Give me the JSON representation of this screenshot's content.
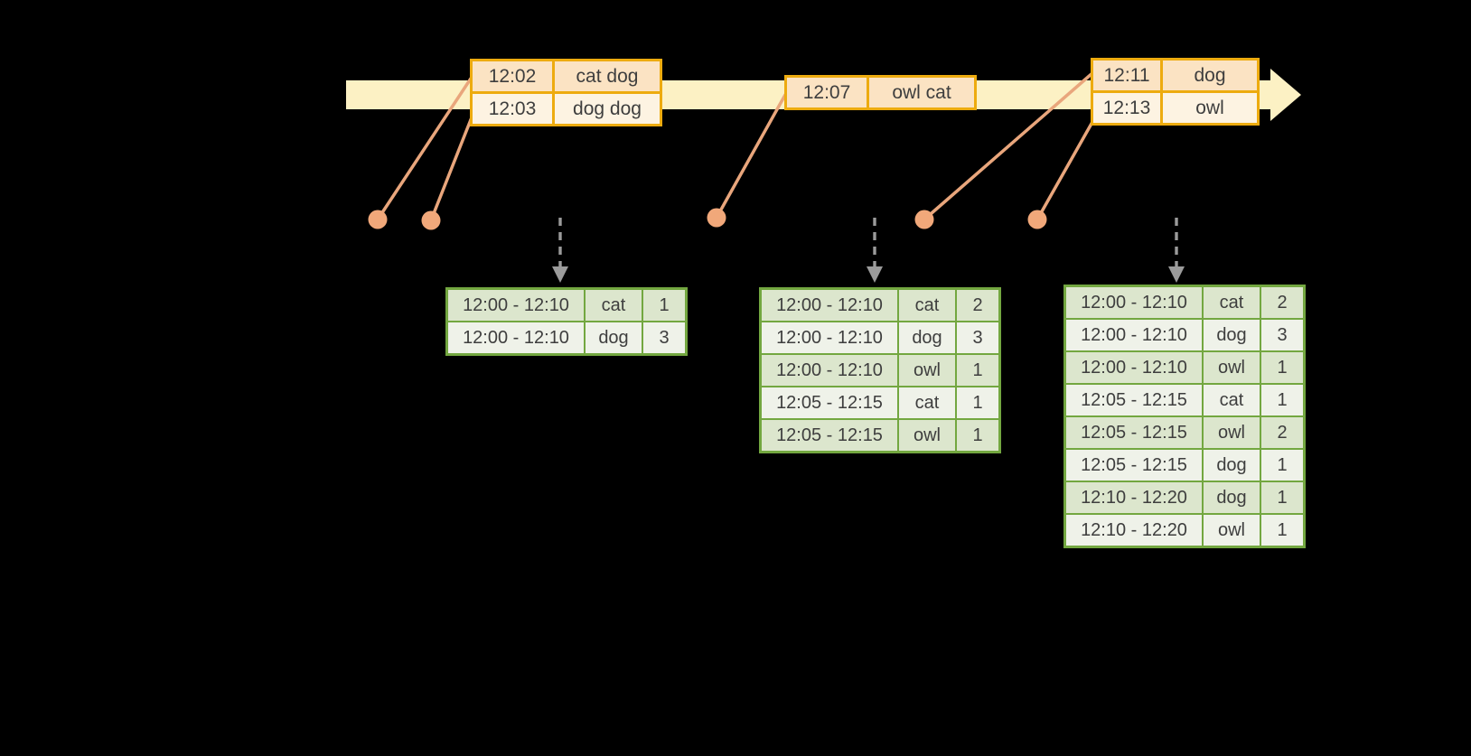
{
  "colors": {
    "background": "#000000",
    "timeline_fill": "#FCF1C4",
    "input_border": "#EDAB0F",
    "input_row_odd": "#FBE3C3",
    "input_row_even": "#FDF3E2",
    "result_border": "#73A740",
    "result_row_odd": "#DCE6CD",
    "result_row_even": "#EFF2E9",
    "event_dot": "#F1A87A",
    "connector_line": "#E9A67C",
    "trigger_arrow": "#9B9B9B",
    "text": "#3E3E3E"
  },
  "icons": {
    "timeline": "right-arrow-band",
    "event_marker": "filled-circle",
    "trigger": "dashed-down-arrow"
  },
  "input_tables": [
    {
      "rows": [
        [
          "12:02",
          "cat dog"
        ],
        [
          "12:03",
          "dog dog"
        ]
      ]
    },
    {
      "rows": [
        [
          "12:07",
          "owl cat"
        ]
      ]
    },
    {
      "rows": [
        [
          "12:11",
          "dog"
        ],
        [
          "12:13",
          "owl"
        ]
      ]
    }
  ],
  "result_tables": [
    {
      "rows": [
        [
          "12:00 - 12:10",
          "cat",
          "1"
        ],
        [
          "12:00 - 12:10",
          "dog",
          "3"
        ]
      ]
    },
    {
      "rows": [
        [
          "12:00 - 12:10",
          "cat",
          "2"
        ],
        [
          "12:00 - 12:10",
          "dog",
          "3"
        ],
        [
          "12:00 - 12:10",
          "owl",
          "1"
        ],
        [
          "12:05 - 12:15",
          "cat",
          "1"
        ],
        [
          "12:05 - 12:15",
          "owl",
          "1"
        ]
      ]
    },
    {
      "rows": [
        [
          "12:00 - 12:10",
          "cat",
          "2"
        ],
        [
          "12:00 - 12:10",
          "dog",
          "3"
        ],
        [
          "12:00 - 12:10",
          "owl",
          "1"
        ],
        [
          "12:05 - 12:15",
          "cat",
          "1"
        ],
        [
          "12:05 - 12:15",
          "owl",
          "2"
        ],
        [
          "12:05 - 12:15",
          "dog",
          "1"
        ],
        [
          "12:10 - 12:20",
          "dog",
          "1"
        ],
        [
          "12:10 - 12:20",
          "owl",
          "1"
        ]
      ]
    }
  ]
}
